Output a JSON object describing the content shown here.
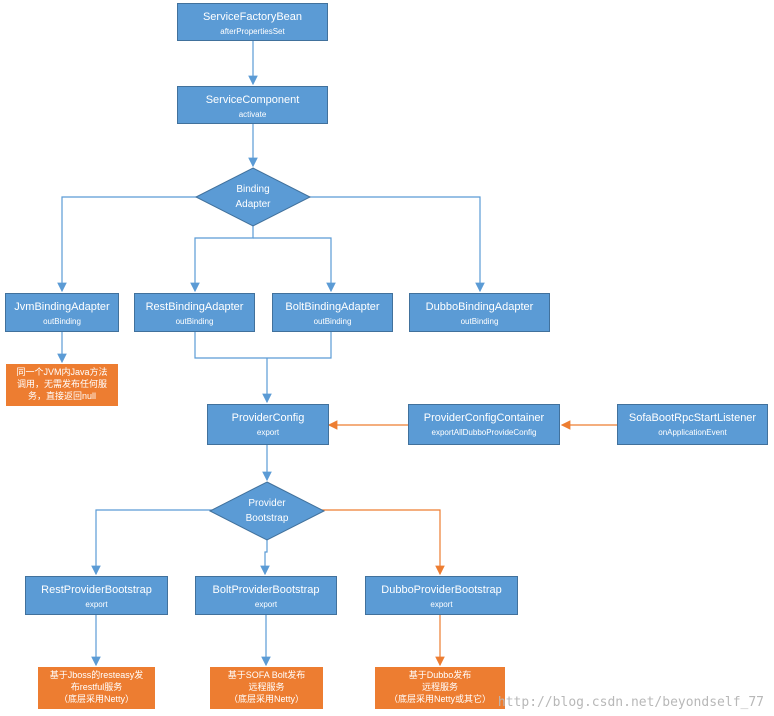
{
  "nodes": {
    "service_factory_bean": {
      "title": "ServiceFactoryBean",
      "subtitle": "afterPropertiesSet"
    },
    "service_component": {
      "title": "ServiceComponent",
      "subtitle": "activate"
    },
    "binding_adapter": {
      "line1": "Binding",
      "line2": "Adapter"
    },
    "jvm_binding_adapter": {
      "title": "JvmBindingAdapter",
      "subtitle": "outBinding"
    },
    "rest_binding_adapter": {
      "title": "RestBindingAdapter",
      "subtitle": "outBinding"
    },
    "bolt_binding_adapter": {
      "title": "BoltBindingAdapter",
      "subtitle": "outBinding"
    },
    "dubbo_binding_adapter": {
      "title": "DubboBindingAdapter",
      "subtitle": "outBinding"
    },
    "provider_config": {
      "title": "ProviderConfig",
      "subtitle": "export"
    },
    "provider_config_container": {
      "title": "ProviderConfigContainer",
      "subtitle": "exportAllDubboProvideConfig"
    },
    "sofaboot_rpc_start_listener": {
      "title": "SofaBootRpcStartListener",
      "subtitle": "onApplicationEvent"
    },
    "provider_bootstrap": {
      "line1": "Provider",
      "line2": "Bootstrap"
    },
    "rest_provider_bootstrap": {
      "title": "RestProviderBootstrap",
      "subtitle": "export"
    },
    "bolt_provider_bootstrap": {
      "title": "BoltProviderBootstrap",
      "subtitle": "export"
    },
    "dubbo_provider_bootstrap": {
      "title": "DubboProviderBootstrap",
      "subtitle": "export"
    }
  },
  "notes": {
    "jvm_note": [
      "同一个JVM内Java方法",
      "调用，无需发布任何服",
      "务，直接返回null"
    ],
    "rest_note": [
      "基于Jboss的resteasy发",
      "布restful服务",
      "（底层采用Netty）"
    ],
    "bolt_note": [
      "基于SOFA Bolt发布",
      "远程服务",
      "（底层采用Netty）"
    ],
    "dubbo_note": [
      "基于Dubbo发布",
      "远程服务",
      "（底层采用Netty或其它）"
    ]
  },
  "colors": {
    "box_fill": "#5b9bd5",
    "box_border": "#41719c",
    "note_fill": "#ed7d31",
    "connector_blue": "#5b9bd5",
    "connector_orange": "#ed7d31"
  },
  "watermark": "http://blog.csdn.net/beyondself_77"
}
